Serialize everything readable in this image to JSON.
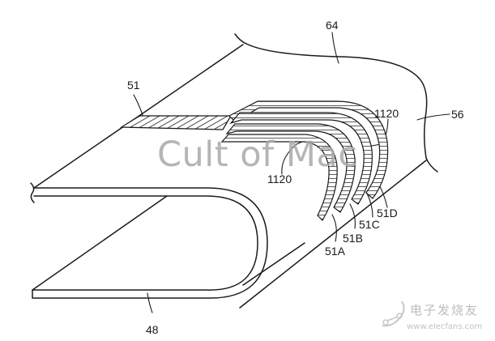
{
  "figure": {
    "type": "patent-drawing",
    "subject": "folded flexible display layer stack",
    "background_color": "#ffffff",
    "line_color": "#1a1a1a"
  },
  "labels": {
    "l64": "64",
    "l51": "51",
    "l56": "56",
    "l1120_top": "1120",
    "l1120_mid": "1120",
    "l51D": "51D",
    "l51C": "51C",
    "l51B": "51B",
    "l51A": "51A",
    "l48": "48"
  },
  "watermarks": {
    "center_text": "Cult of Mac",
    "center_color": "#a9a9a9",
    "corner_logo_text": "电子发烧友",
    "corner_logo_url": "www.elecfans.com",
    "corner_color": "#bdbdbd"
  }
}
